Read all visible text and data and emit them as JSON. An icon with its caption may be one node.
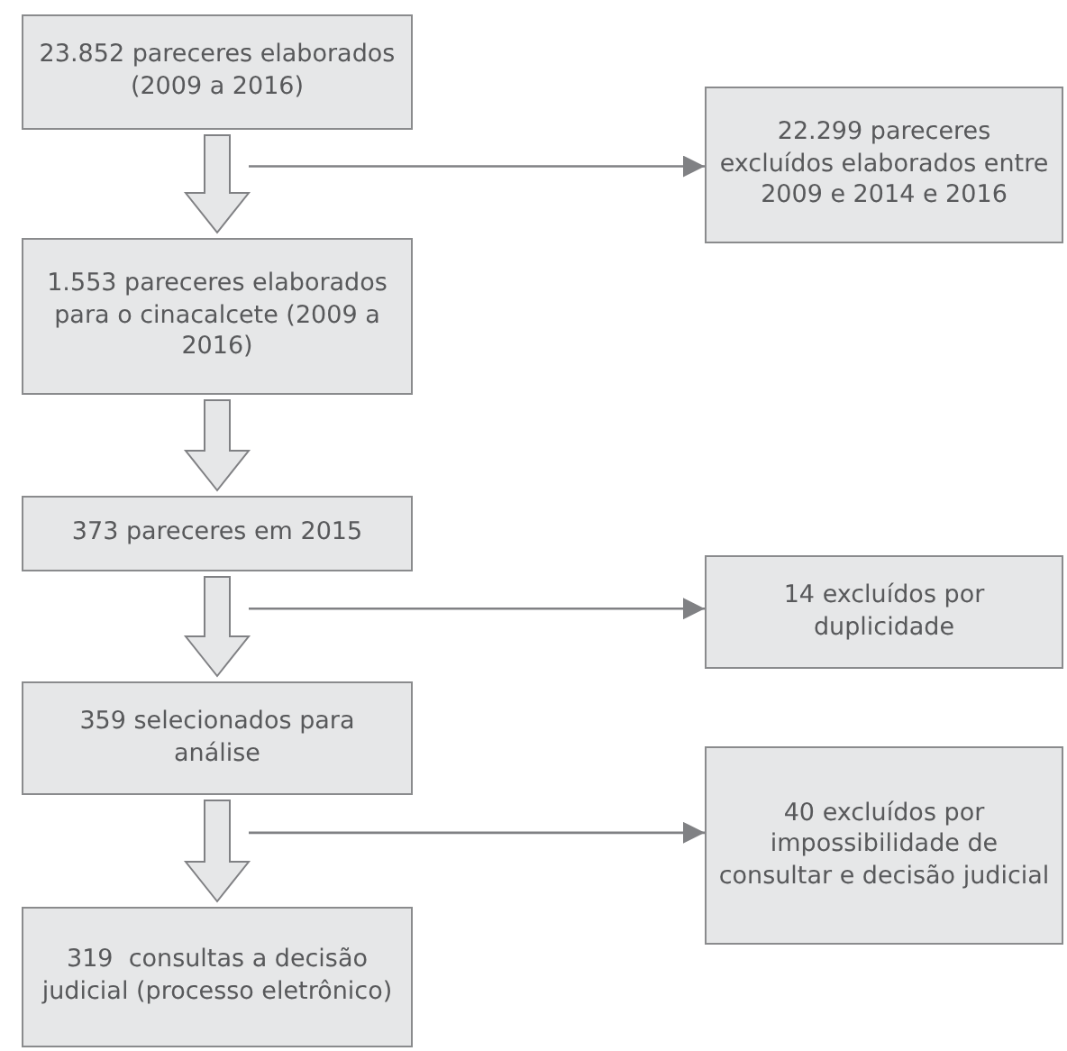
{
  "diagram": {
    "nodes": [
      {
        "text": [
          "23.852 pareceres elaborados (2009 a 2016)"
        ]
      },
      {
        "text": [
          "22.299 pareceres excluídos elaborados entre 2009 e 2014 e 2016"
        ]
      },
      {
        "text": [
          "1.553 pareceres elaborados para o cinacalcete (2009 a 2016)"
        ]
      },
      {
        "text": [
          "373 pareceres em 2015"
        ]
      },
      {
        "text": [
          "14 excluídos por duplicidade"
        ]
      },
      {
        "text": [
          "359 selecionados para análise"
        ]
      },
      {
        "text": [
          "40 excluídos por impossibilidade de consultar e decisão judicial"
        ]
      },
      {
        "text": [
          "319  consultas a decisão judicial (processo eletrônico)"
        ]
      }
    ],
    "edges": [
      {
        "from": 0,
        "to": 2,
        "arrow": "to",
        "style": "thick"
      },
      {
        "from": null,
        "to": 1,
        "arrow": "to"
      },
      {
        "from": 2,
        "to": 3,
        "arrow": "to",
        "style": "thick"
      },
      {
        "from": 3,
        "to": 5,
        "arrow": "to",
        "style": "thick"
      },
      {
        "from": null,
        "to": 4,
        "arrow": "to"
      },
      {
        "from": 5,
        "to": 7,
        "arrow": "to",
        "style": "thick"
      },
      {
        "from": null,
        "to": 6,
        "arrow": "to"
      }
    ]
  }
}
